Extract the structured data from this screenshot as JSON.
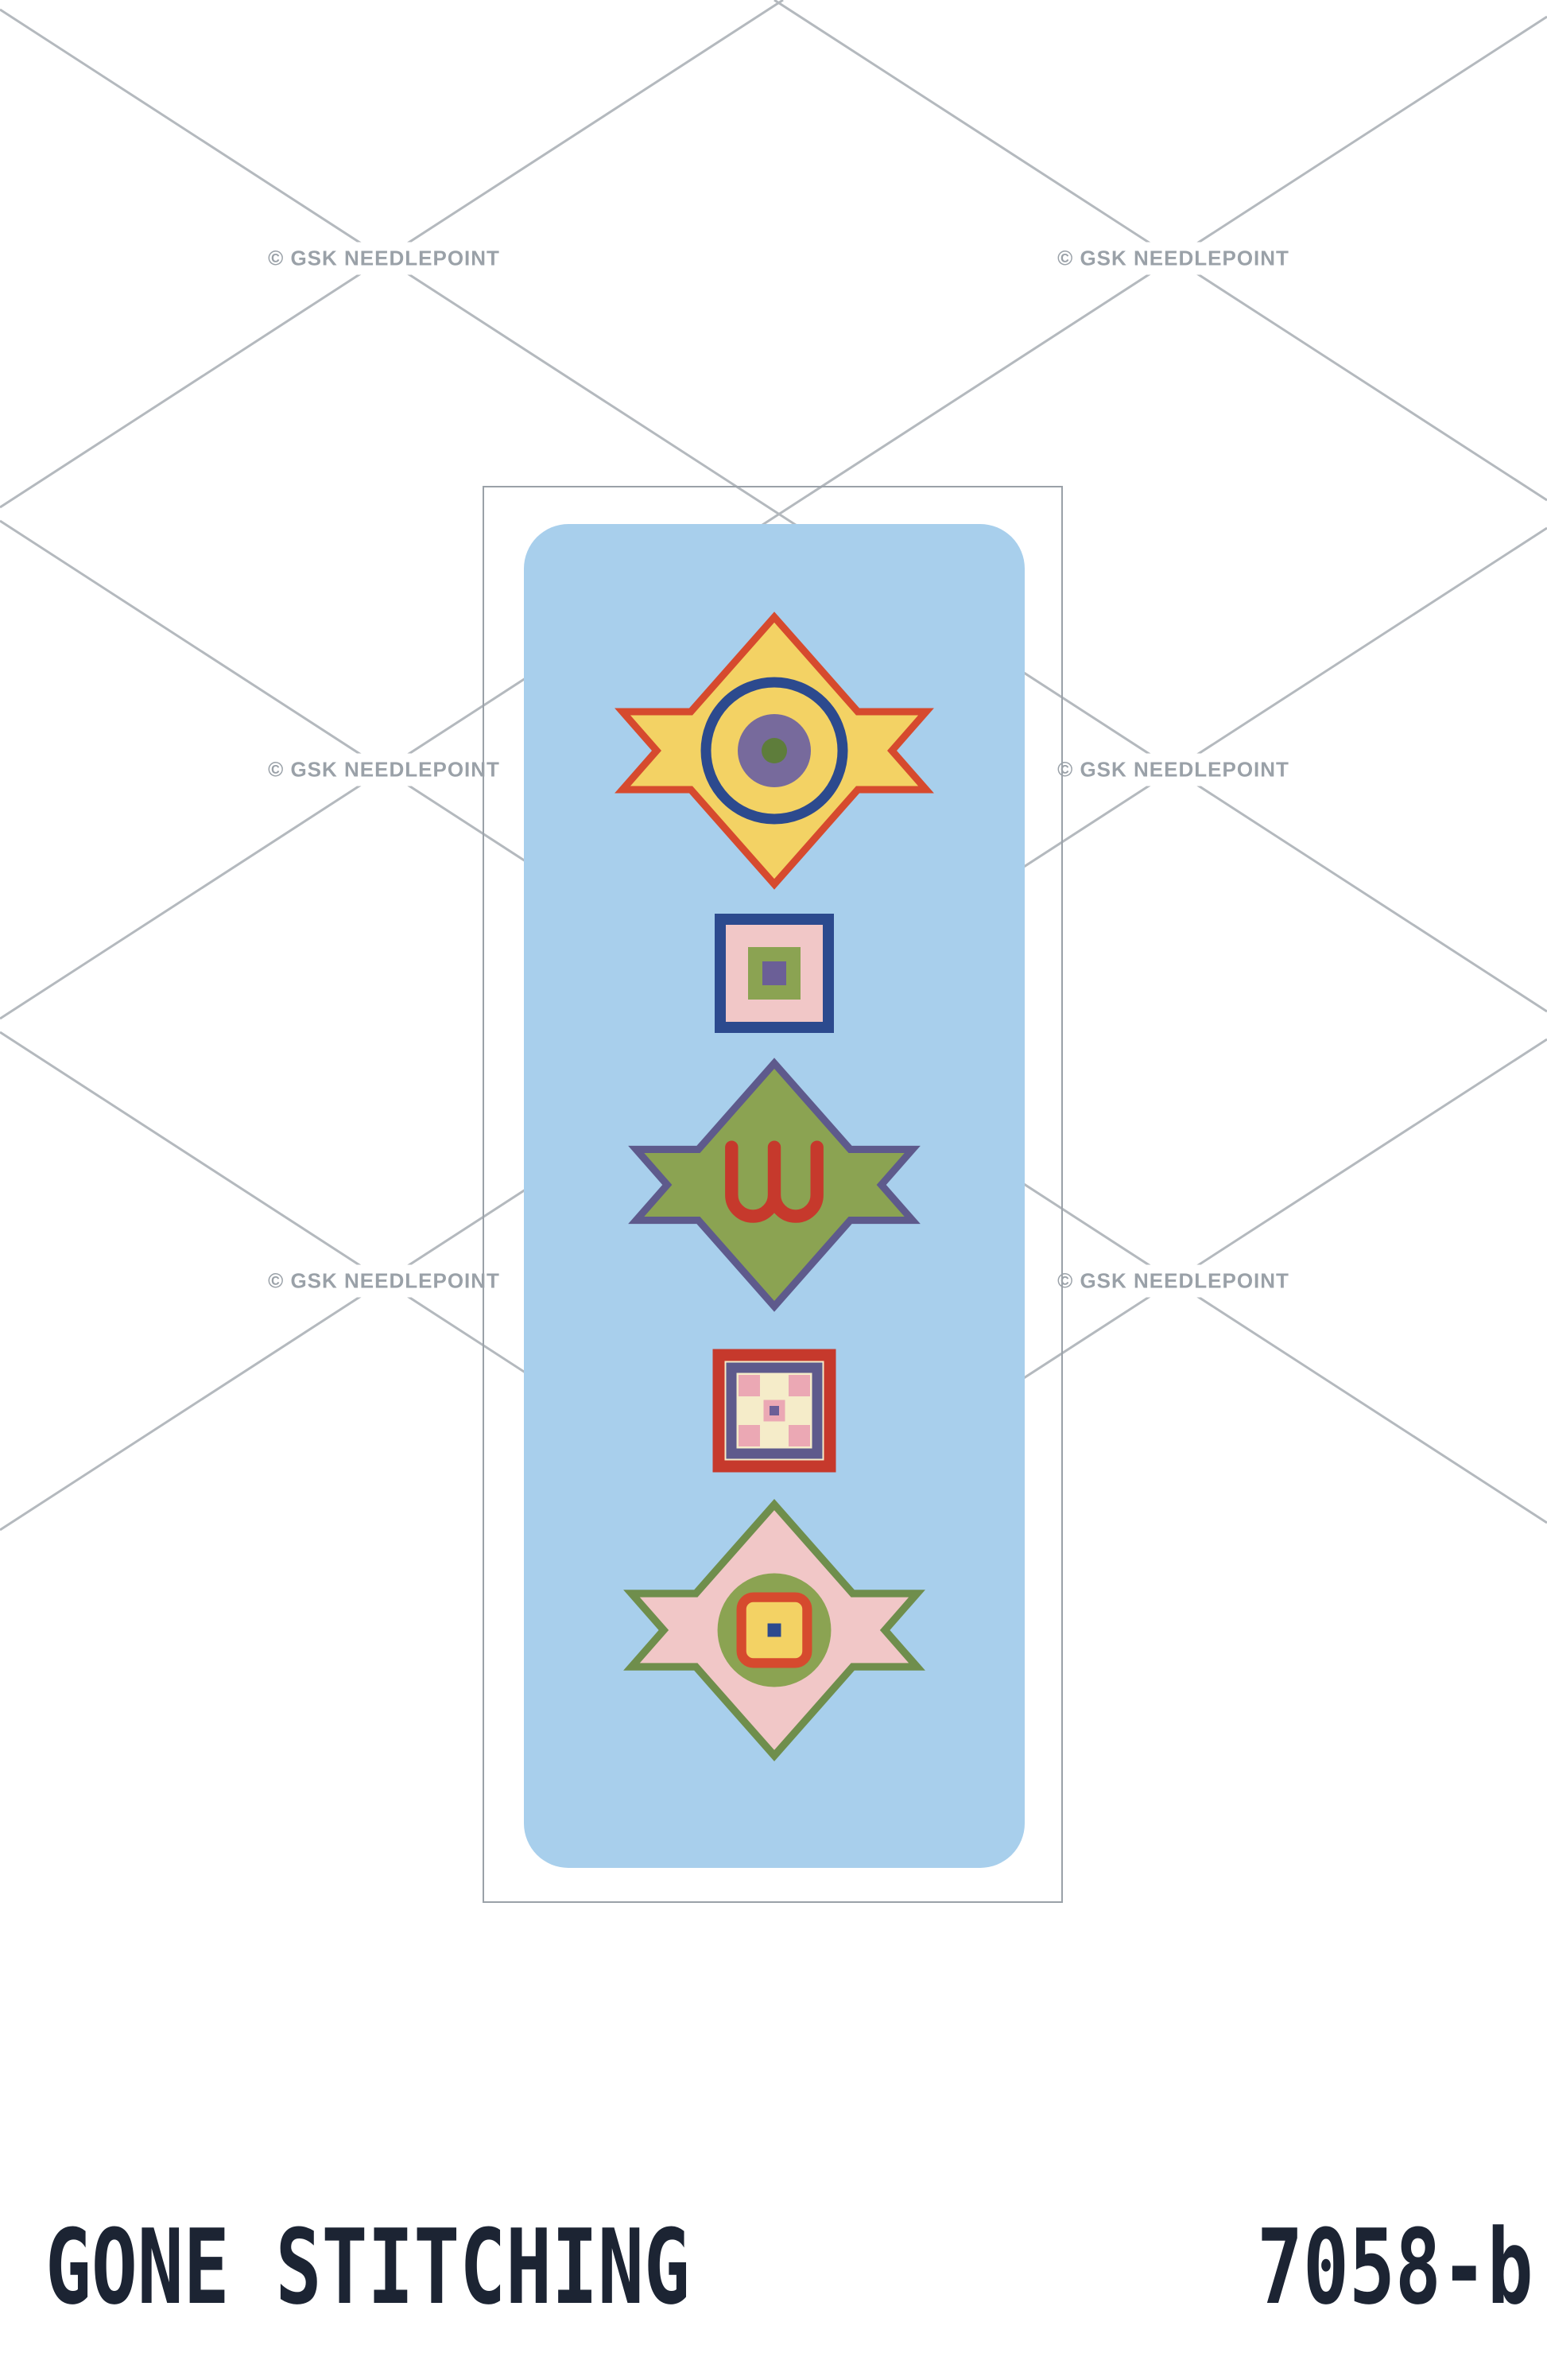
{
  "watermark": {
    "text": "© GSK NEEDLEPOINT"
  },
  "footer": {
    "brand": "GONE STITCHING",
    "item_number": "7058-b"
  },
  "canvas": {
    "background": "#ffffff",
    "frame_color": "#9aa1a8",
    "panel_color": "#a8cfec",
    "watermark_line_color": "#b4b9be",
    "watermark_text_color": "#9aa1a8",
    "footer_text_color": "#1c2433"
  },
  "palette": {
    "yellow": "#f3d264",
    "red": "#d64a2e",
    "dark_red": "#c6392c",
    "navy": "#2c4a8e",
    "purple": "#776a9c",
    "slate_purple": "#5e5a8c",
    "violet": "#6b5f97",
    "olive": "#8ba352",
    "green": "#6f8e4c",
    "dark_olive": "#5e7d3b",
    "pink": "#f1c7c7",
    "blush": "#eba8b4",
    "cream": "#f5ecc9"
  },
  "design": {
    "panel_shape": "rounded-rectangle bookmark on light blue",
    "motifs": [
      {
        "id": "star-top",
        "type": "six-point-star",
        "fill": "yellow",
        "outline": "red",
        "center": "navy ring, purple disc, olive dot"
      },
      {
        "id": "square-upper",
        "type": "nested-squares",
        "colors": [
          "navy",
          "pink",
          "olive",
          "violet"
        ]
      },
      {
        "id": "star-middle",
        "type": "six-point-star",
        "fill": "olive",
        "outline": "slate-purple",
        "center": "red trident"
      },
      {
        "id": "square-lower",
        "type": "nested-squares",
        "colors": [
          "red",
          "cream",
          "slate-purple",
          "blush checker",
          "violet"
        ]
      },
      {
        "id": "star-bottom",
        "type": "six-point-star",
        "fill": "pink",
        "outline": "green",
        "center": "olive circle, yellow rounded square, navy dot"
      }
    ]
  }
}
